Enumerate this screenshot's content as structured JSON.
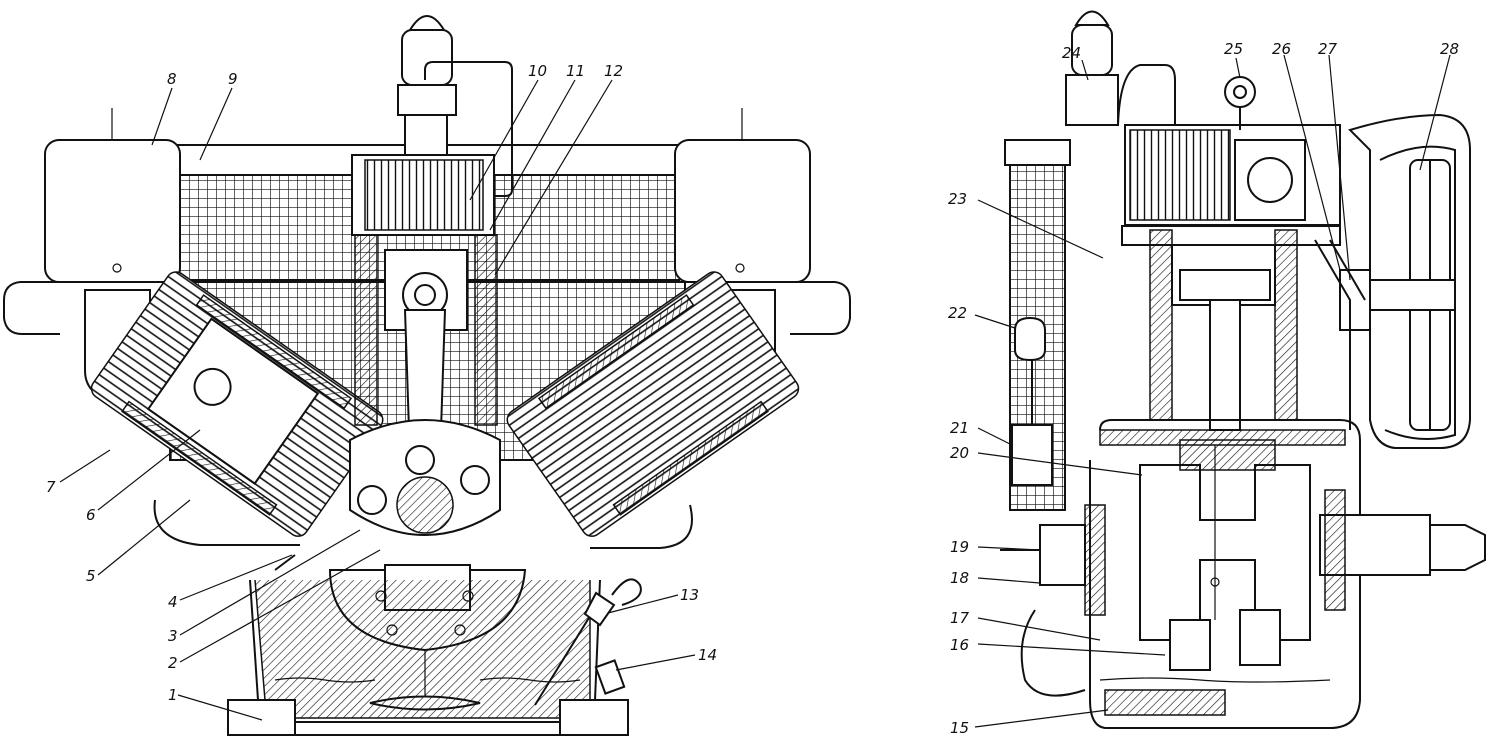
{
  "diagram": {
    "left_view_labels": [
      "1",
      "2",
      "3",
      "4",
      "5",
      "6",
      "7",
      "8",
      "9",
      "10",
      "11",
      "12",
      "13",
      "14"
    ],
    "right_view_labels": [
      "15",
      "16",
      "17",
      "18",
      "19",
      "20",
      "21",
      "22",
      "23",
      "24",
      "25",
      "26",
      "27",
      "28"
    ]
  }
}
